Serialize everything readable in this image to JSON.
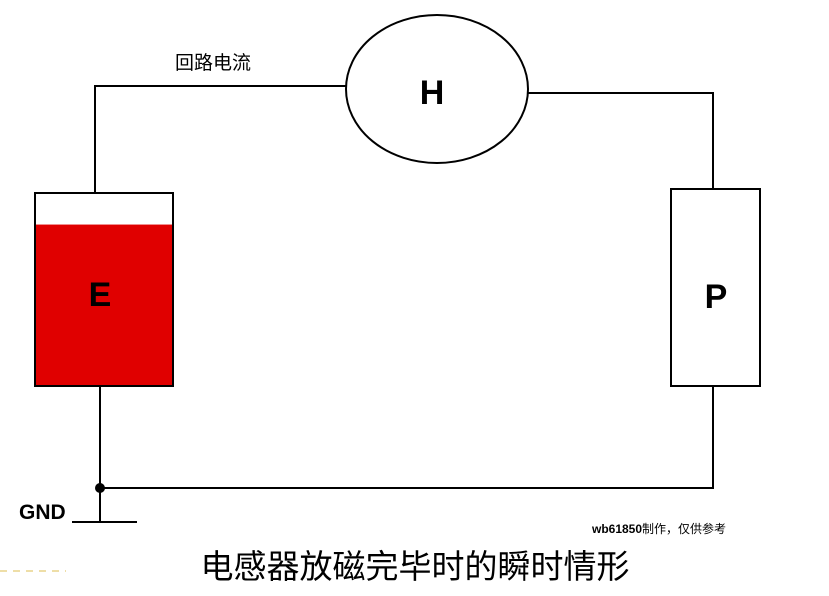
{
  "loop_label": "回路电流",
  "component_h": {
    "label": "H"
  },
  "component_e": {
    "label": "E",
    "fill_color": "#e00000",
    "fill_level": 0.84
  },
  "component_p": {
    "label": "P"
  },
  "ground_label": "GND",
  "credit": {
    "author": "wb61850",
    "suffix": "制作，仅供参考"
  },
  "caption": "电感器放磁完毕时的瞬时情形",
  "colors": {
    "stroke": "#000000",
    "background": "#ffffff",
    "dash": "#e8d48a"
  }
}
